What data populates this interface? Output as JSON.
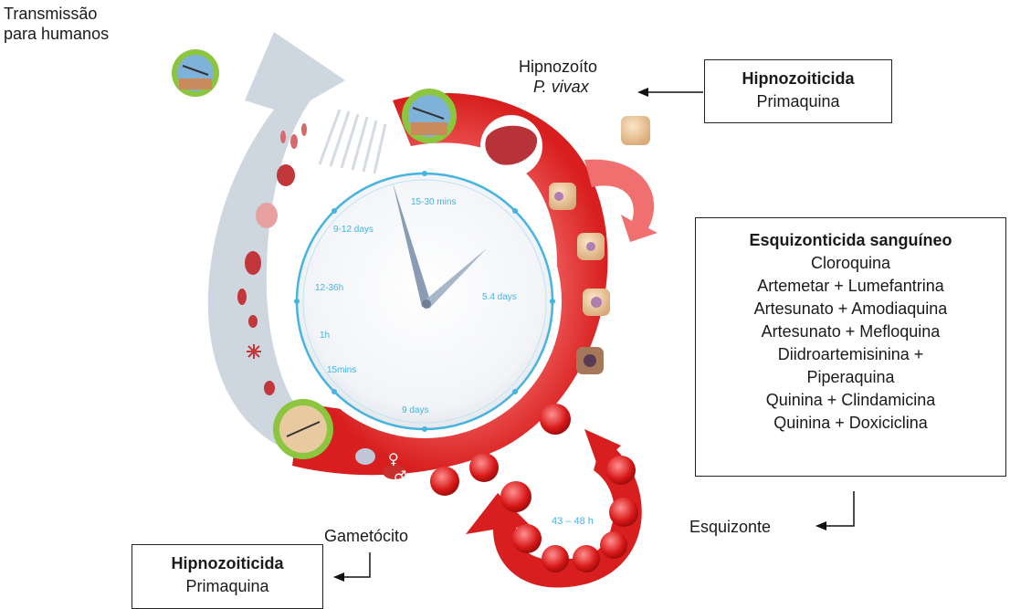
{
  "labels": {
    "transmission_line1": "Transmissão",
    "transmission_line2": "para humanos",
    "hypnozoite_line1": "Hipnozoíto",
    "hypnozoite_line2": "P. vivax",
    "gametocyte": "Gametócito",
    "schizont": "Esquizonte"
  },
  "boxes": {
    "hypnozoiticide_top": {
      "title": "Hipnozoiticida",
      "drug": "Primaquina"
    },
    "blood_schizonticide": {
      "title": "Esquizonticida sanguíneo",
      "drugs": [
        "Cloroquina",
        "Artemetar + Lumefantrina",
        "Artesunato + Amodiaquina",
        "Artesunato + Mefloquina",
        "Diidroartemisinina +",
        "Piperaquina",
        "Quinina + Clindamicina",
        "Quinina + Doxiciclina"
      ]
    },
    "hypnozoiticide_bottom": {
      "title": "Hipnozoiticida",
      "drug": "Primaquina"
    }
  },
  "clock": {
    "labels": [
      "15-30 mins",
      "9-12 days",
      "12-36h",
      "1h",
      "15mins",
      "9 days",
      "5.4 days"
    ],
    "blood_cycle": "43 – 48 h"
  },
  "symbols": {
    "female": "♀",
    "male": "♂"
  },
  "colors": {
    "red_arc": "#e02626",
    "grey_arrow": "#c9d3dc",
    "ring_green": "#8cc63f",
    "clock_blue": "#45b4e0"
  },
  "icons": [
    "mosquito-bite-icon",
    "liver-icon",
    "recycle-arrow-icon"
  ]
}
